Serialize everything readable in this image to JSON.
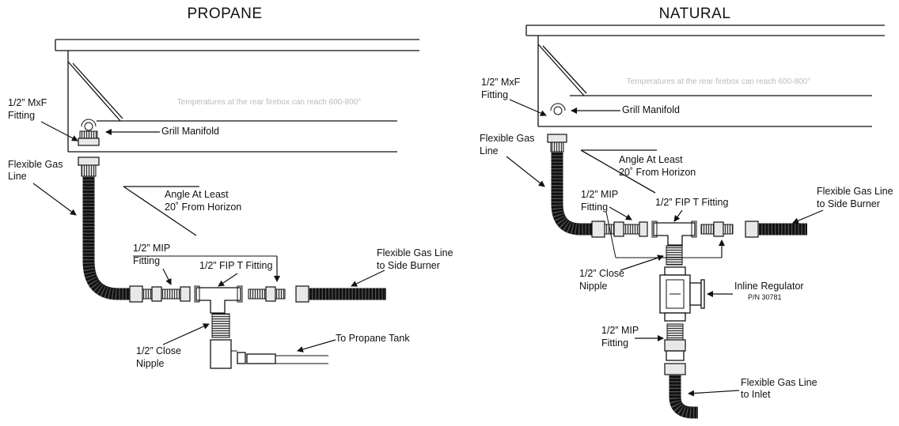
{
  "propane": {
    "title": "PROPANE",
    "watermark": "Temperatures at the rear firebox can reach 600-800°",
    "labels": {
      "mxf_1": "1/2” MxF",
      "mxf_2": "Fitting",
      "manifold": "Grill Manifold",
      "flex_1": "Flexible Gas",
      "flex_2": "Line",
      "angle_1": "Angle At Least",
      "angle_2": "20˚ From Horizon",
      "mip_1": "1/2” MIP",
      "mip_2": "Fitting",
      "tee": "1/2” FIP T Fitting",
      "side_1": "Flexible Gas Line",
      "side_2": "to Side Burner",
      "nipple_1": "1/2” Close",
      "nipple_2": "Nipple",
      "tank": "To Propane Tank"
    }
  },
  "natural": {
    "title": "NATURAL",
    "watermark": "Temperatures at the rear firebox can reach 600-800°",
    "labels": {
      "mxf_1": "1/2” MxF",
      "mxf_2": "Fitting",
      "manifold": "Grill Manifold",
      "flex_1": "Flexible Gas",
      "flex_2": "Line",
      "angle_1": "Angle At Least",
      "angle_2": "20˚ From Horizon",
      "mip_1": "1/2” MIP",
      "mip_2": "Fitting",
      "tee": "1/2” FIP T Fitting",
      "side_1": "Flexible Gas Line",
      "side_2": "to Side Burner",
      "nipple_1": "1/2” Close",
      "nipple_2": "Nipple",
      "reg_1": "Inline Regulator",
      "reg_2": "P/N 30781",
      "mip2_1": "1/2” MIP",
      "mip2_2": "Fitting",
      "inlet_1": "Flexible Gas Line",
      "inlet_2": "to Inlet"
    }
  }
}
